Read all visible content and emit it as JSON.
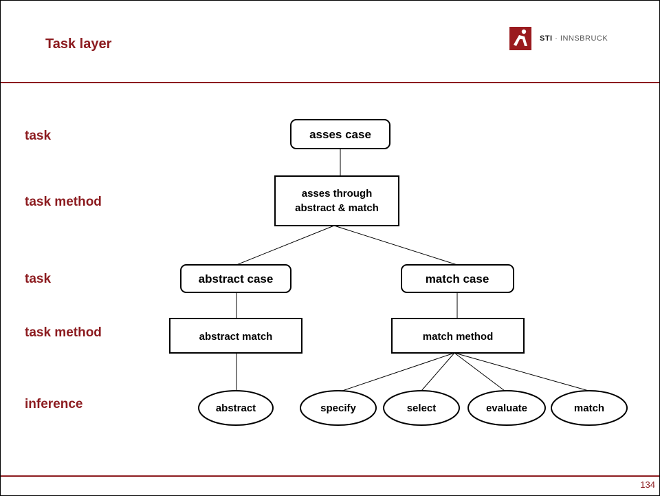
{
  "header": {
    "title": "Task layer",
    "logo_text_strong": "STI",
    "logo_text_rest": " · INNSBRUCK"
  },
  "page_number": "134",
  "levels": [
    "task",
    "task method",
    "task",
    "task method",
    "inference"
  ],
  "nodes": {
    "asses_case": "asses case",
    "asses_method_line1": "asses through",
    "asses_method_line2": "abstract & match",
    "abstract_case": "abstract case",
    "match_case": "match case",
    "abstract_match": "abstract match",
    "match_method": "match method",
    "abstract": "abstract",
    "specify": "specify",
    "select": "select",
    "evaluate": "evaluate",
    "match": "match"
  },
  "colors": {
    "accent": "#8c1b1f",
    "border": "#000000"
  }
}
